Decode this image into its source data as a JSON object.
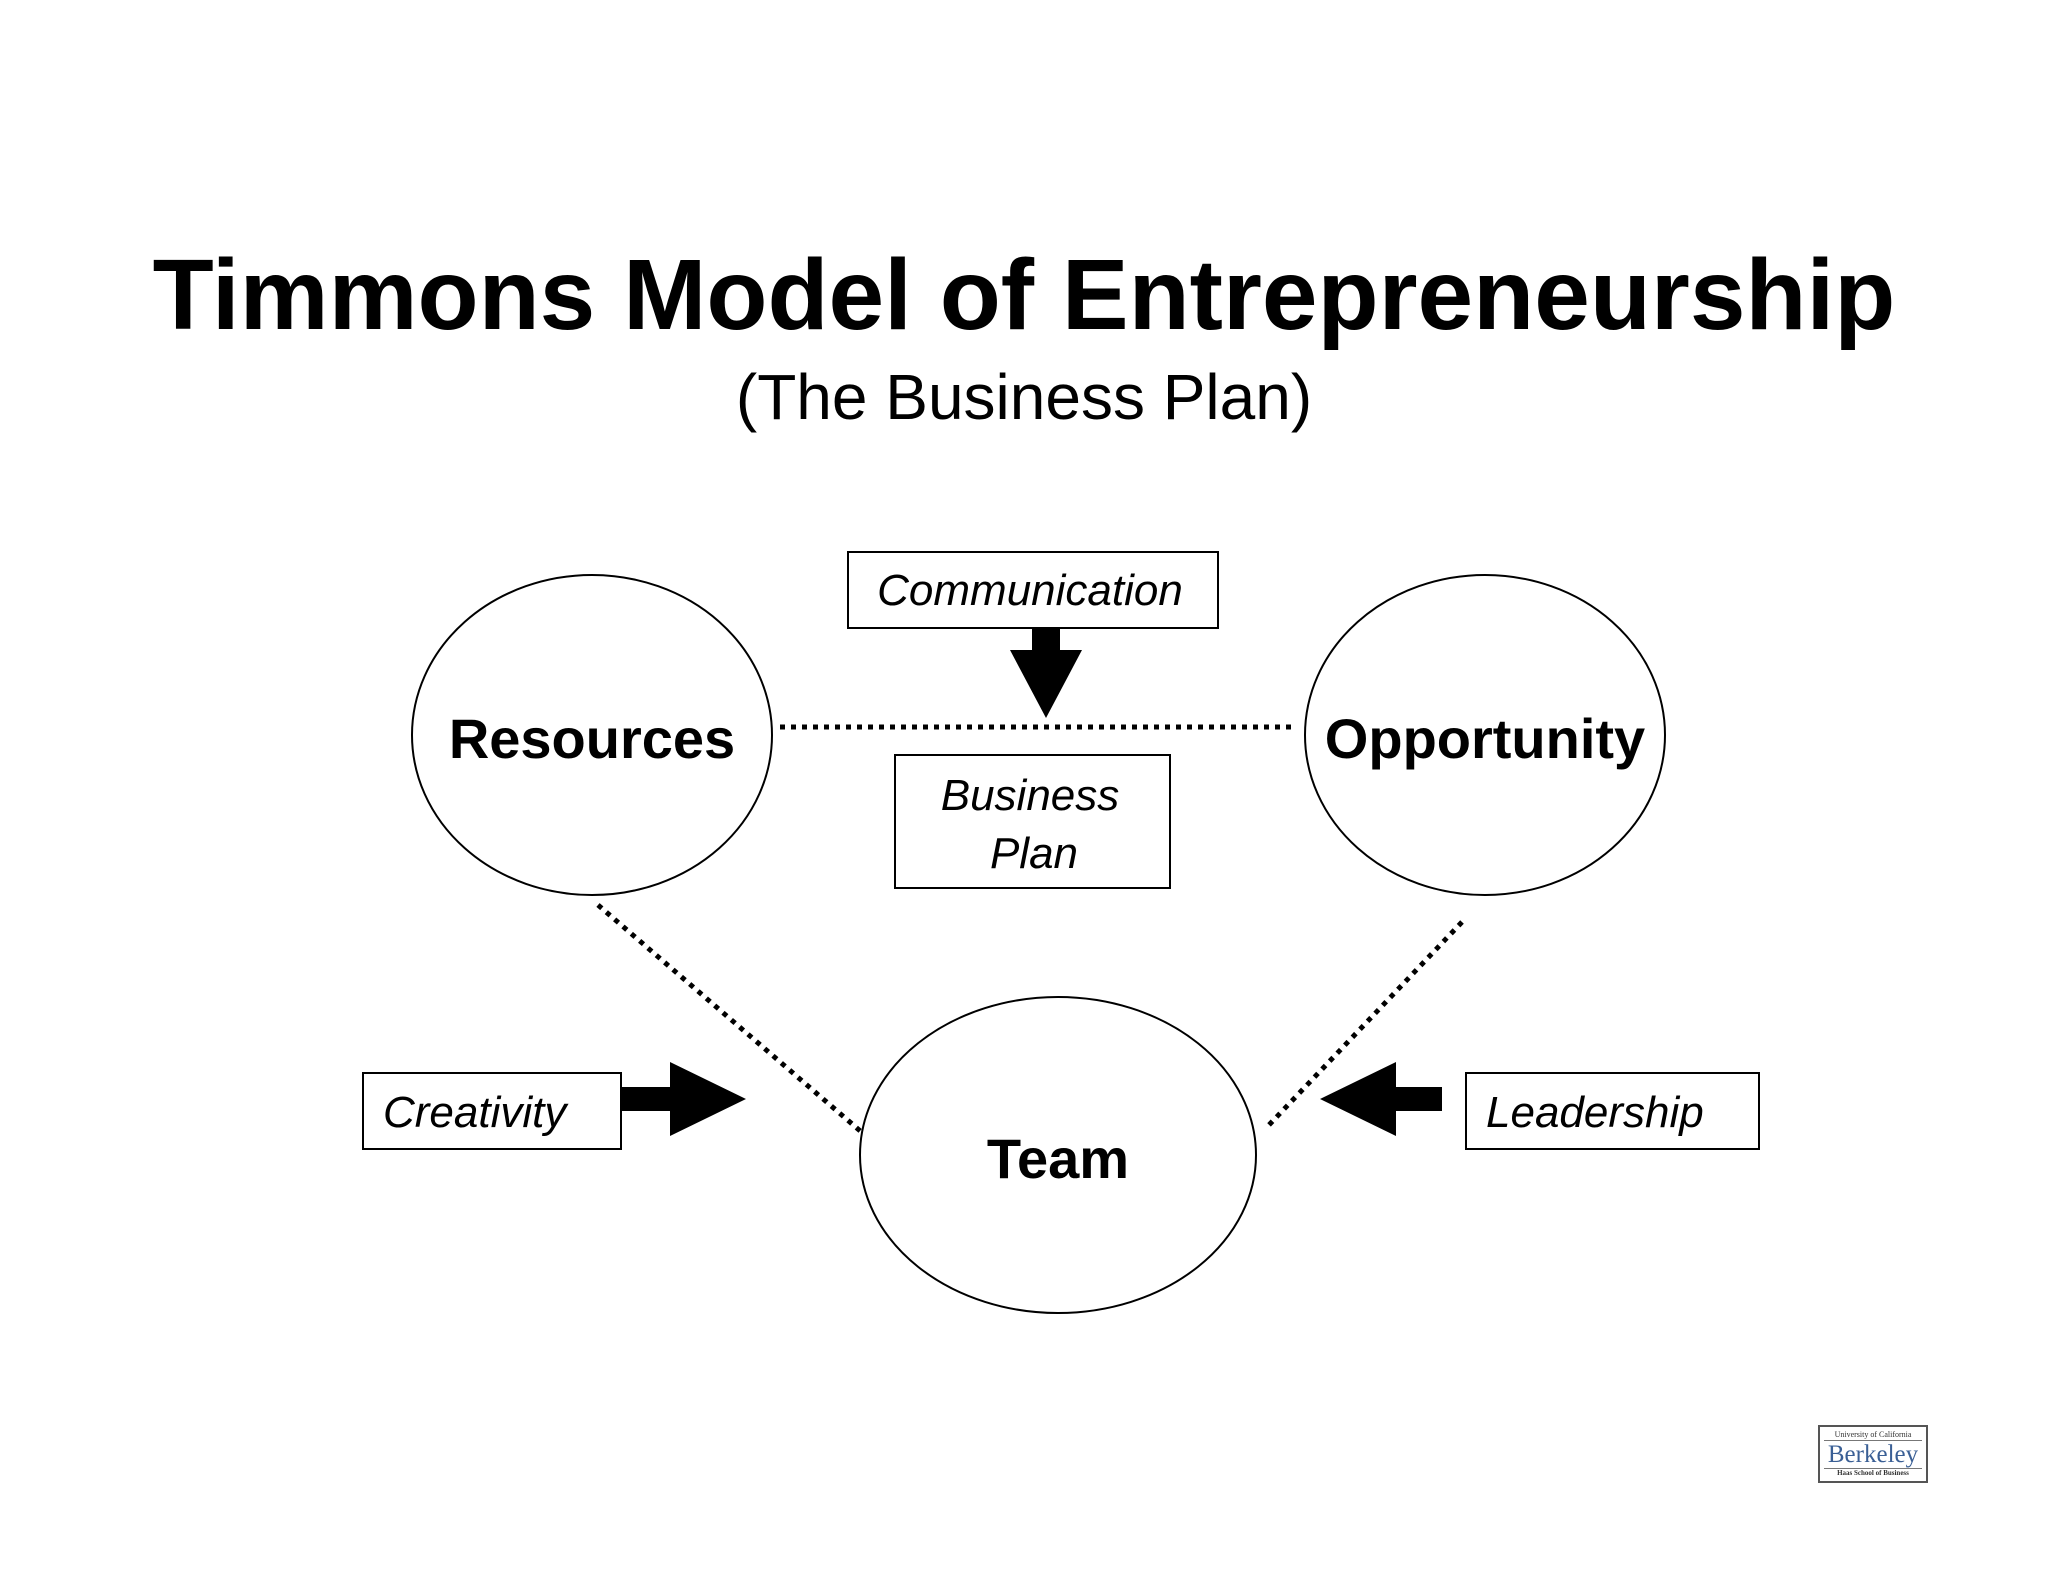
{
  "title": "Timmons Model of Entrepreneurship",
  "subtitle": "(The Business Plan)",
  "nodes": {
    "resources": "Resources",
    "opportunity": "Opportunity",
    "team": "Team"
  },
  "boxes": {
    "communication": "Communication",
    "business_plan_line1": "Business",
    "business_plan_line2": "Plan",
    "creativity": "Creativity",
    "leadership": "Leadership"
  },
  "logo": {
    "top": "University of California",
    "name": "Berkeley",
    "bottom": "Haas School of Business"
  }
}
